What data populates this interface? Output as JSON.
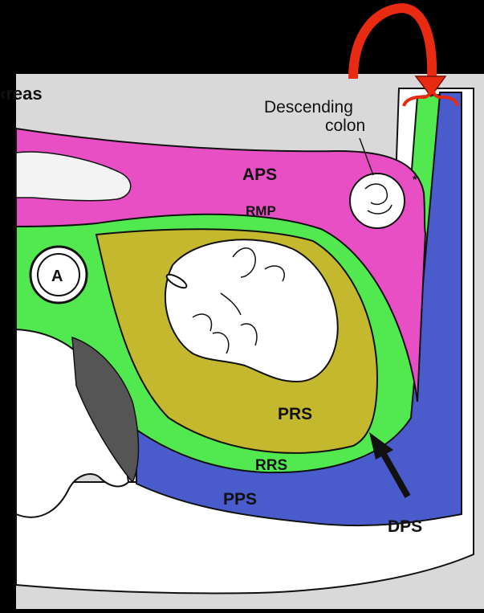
{
  "top_label": "‹reas",
  "descending_colon": {
    "line1": "Descending",
    "line2": "colon"
  },
  "asterisk": "*",
  "labels": {
    "aps": "APS",
    "rmp": "RMP",
    "a": "A",
    "prs": "PRS",
    "rrs": "RRS",
    "pps": "PPS",
    "dps": "DPS"
  },
  "colors": {
    "background_panel": "#d9d9d9",
    "anterior_pararenal": "#e84fc4",
    "perirenal": "#c4b92e",
    "fascia_green": "#52e84f",
    "posterior_pararenal": "#4a5ccc",
    "arrow_red": "#e82a12"
  }
}
